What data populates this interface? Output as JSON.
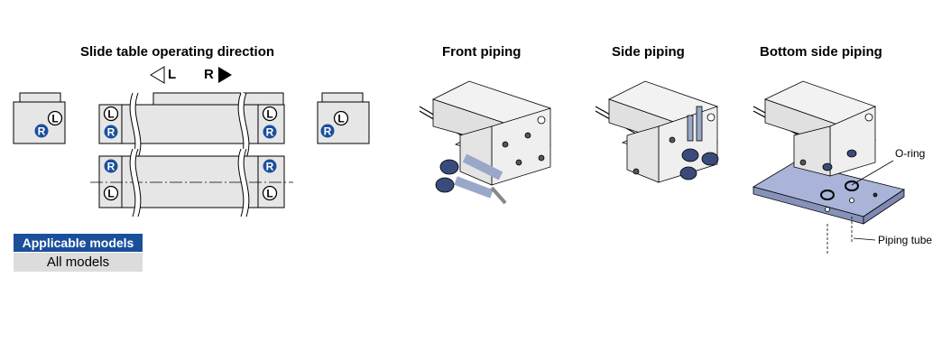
{
  "titles": {
    "slide_direction": "Slide table operating direction",
    "front_piping": "Front piping",
    "side_piping": "Side piping",
    "bottom_piping": "Bottom side piping"
  },
  "direction": {
    "left": "L",
    "right": "R"
  },
  "markers": {
    "l": "L",
    "r": "R"
  },
  "applicable_models": {
    "header": "Applicable models",
    "value": "All models"
  },
  "callouts": {
    "oring": "O-ring",
    "tube": "Piping tube"
  },
  "colors": {
    "accent": "#1a4f9c",
    "body_gray": "#e6e6e6",
    "plate_blue": "#a9b4d8"
  }
}
